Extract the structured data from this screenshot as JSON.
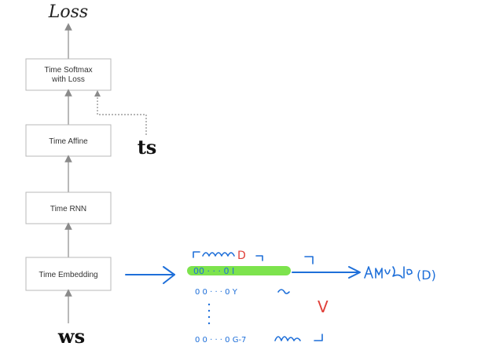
{
  "output_label": "Loss",
  "nodes": {
    "softmax_line1": "Time Softmax",
    "softmax_line2": "with Loss",
    "affine": "Time Affine",
    "rnn": "Time RNN",
    "embedding": "Time Embedding"
  },
  "input_ts": "ts",
  "input_ws": "ws",
  "annotations": {
    "dim_label": "D",
    "dots_row1": "00 · · · 0 I",
    "dots_row2": "0 0 · · · 0 Y",
    "dots_row3": "0 0 · · · 0 G-7",
    "v_label": "V",
    "result_label": "(D)"
  },
  "colors": {
    "box_stroke": "#b8b8b8",
    "arrow": "#8a8a8a",
    "ink_blue": "#1e6fd9",
    "ink_red": "#e0403a",
    "highlight_green": "#6fe03a"
  }
}
